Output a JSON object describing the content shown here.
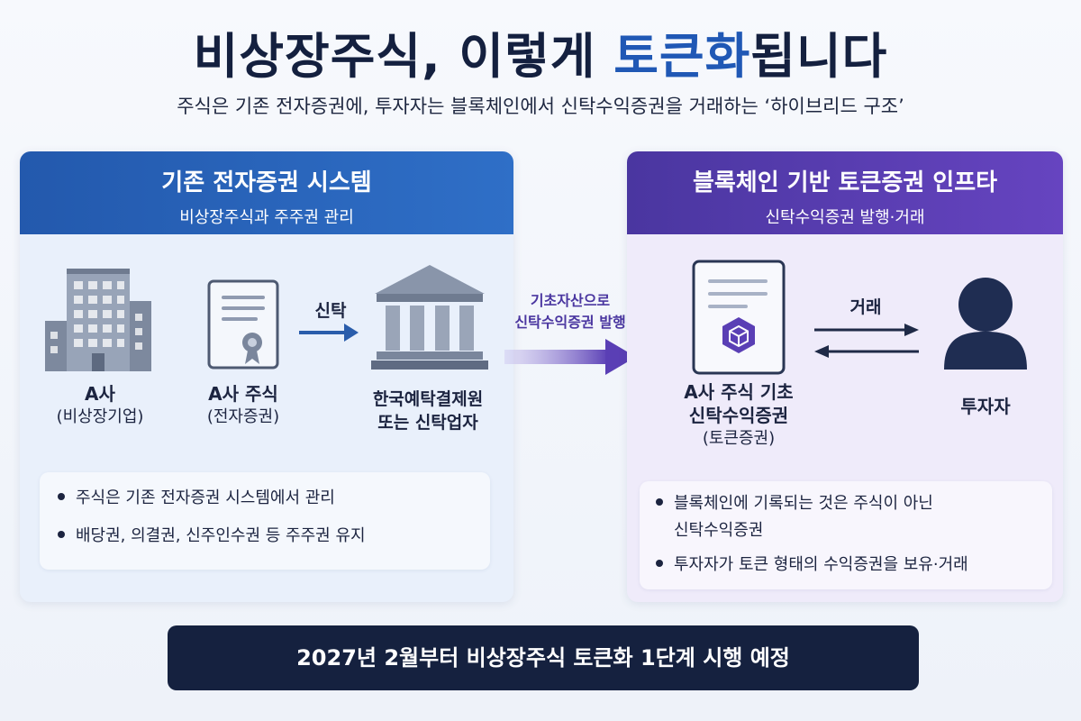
{
  "header": {
    "title_part1": "비상장주식, 이렇게 ",
    "title_highlight": "토큰화",
    "title_part2": "됩니다",
    "subtitle": "주식은 기존 전자증권에, 투자자는 블록체인에서 신탁수익증권을 거래하는 ‘하이브리드 구조’"
  },
  "left_panel": {
    "title": "기존 전자증권 시스템",
    "subtitle": "비상장주식과 주주권 관리",
    "company_name": "A사",
    "company_desc": "(비상장기업)",
    "stock_name": "A사 주식",
    "stock_desc": "(전자증권)",
    "trust_label": "신탁",
    "institution_line1": "한국예탁결제원",
    "institution_line2": "또는 신탁업자",
    "notes": [
      "주식은 기존 전자증권 시스템에서 관리",
      "배당권, 의결권, 신주인수권 등 주주권 유지"
    ]
  },
  "middle": {
    "issue_line1": "기초자산으로",
    "issue_line2": "신탁수익증권 발행"
  },
  "right_panel": {
    "title": "블록체인 기반 토큰증권 인프타",
    "subtitle": "신탁수익증권 발행·거래",
    "token_line1": "A사 주식 기초",
    "token_line2": "신탁수익증권",
    "token_line3": "(토큰증권)",
    "trade_label": "거래",
    "investor_label": "투자자",
    "note1_line1": "블록체인에 기록되는 것은 주식이 아닌",
    "note1_line2": "신탁수익증권",
    "note2": "투자자가 토큰 형태의 수익증권을 보유·거래"
  },
  "footer": {
    "text": "2027년 2월부터 비상장주식 토큰화 1단계 시행 예정"
  },
  "colors": {
    "navy": "#14203f",
    "blue_accent": "#2058b5",
    "purple_accent": "#5a3fb5"
  }
}
